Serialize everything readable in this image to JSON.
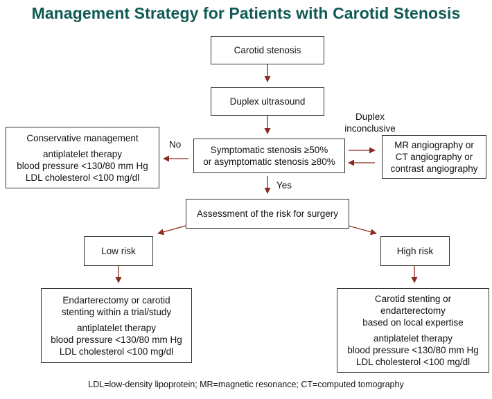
{
  "title": "Management Strategy for Patients with Carotid Stenosis",
  "colors": {
    "title": "#0f5a52",
    "arrow": "#8b2a1e",
    "border": "#333333"
  },
  "nodes": {
    "carotid_stenosis": "Carotid stenosis",
    "duplex_ultrasound": "Duplex ultrasound",
    "symptomatic": [
      "Symptomatic stenosis ≥50%",
      "or asymptomatic stenosis ≥80%"
    ],
    "conservative": {
      "heading": "Conservative management",
      "lines": [
        "antiplatelet therapy",
        "blood pressure <130/80 mm Hg",
        "LDL cholesterol <100 mg/dl"
      ]
    },
    "mr_angio": [
      "MR angiography or",
      "CT angiography or",
      "contrast angiography"
    ],
    "assessment": "Assessment of the risk for surgery",
    "low_risk": "Low risk",
    "high_risk": "High risk",
    "low_treatment": {
      "heading": [
        "Endarterectomy or carotid",
        "stenting within a trial/study"
      ],
      "lines": [
        "antiplatelet therapy",
        "blood pressure <130/80 mm Hg",
        "LDL cholesterol <100 mg/dl"
      ]
    },
    "high_treatment": {
      "heading": [
        "Carotid stenting or",
        "endarterectomy",
        "based on local expertise"
      ],
      "lines": [
        "antiplatelet therapy",
        "blood pressure <130/80 mm Hg",
        "LDL cholesterol <100 mg/dl"
      ]
    }
  },
  "edge_labels": {
    "no": "No",
    "yes": "Yes",
    "duplex_inconclusive": [
      "Duplex",
      "inconclusive"
    ]
  },
  "footnote": "LDL=low-density lipoprotein; MR=magnetic resonance; CT=computed tomography"
}
